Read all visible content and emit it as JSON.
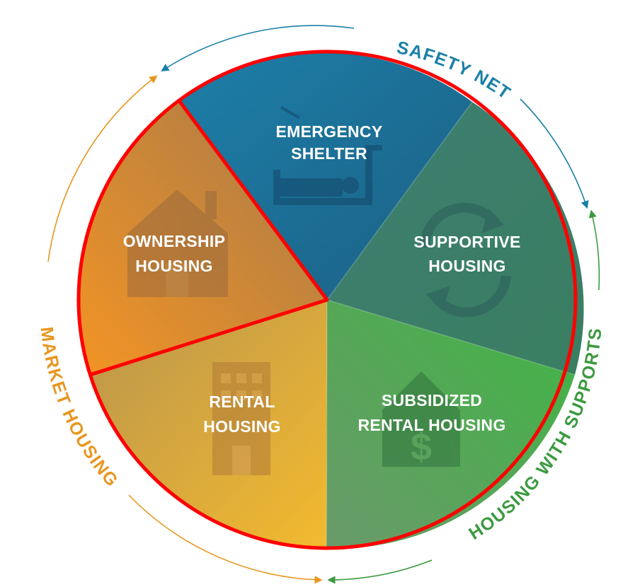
{
  "diagram": {
    "segments": [
      {
        "id": "emergency",
        "lines": [
          "EMERGENCY",
          "SHELTER"
        ],
        "icon": "bed-icon",
        "color_light": "#1d7fa8",
        "color_dark": "#1b5f84"
      },
      {
        "id": "supportive",
        "lines": [
          "SUPPORTIVE",
          "HOUSING"
        ],
        "icon": "cycle-arrows-icon",
        "color_light": "#3e8f7d",
        "color_dark": "#3a6f6b"
      },
      {
        "id": "subsidized",
        "lines": [
          "SUBSIDIZED",
          "RENTAL HOUSING"
        ],
        "icon": "house-dollar-icon",
        "color_light": "#42b34b",
        "color_dark": "#5a9a5c"
      },
      {
        "id": "rental",
        "lines": [
          "RENTAL",
          "HOUSING"
        ],
        "icon": "building-icon",
        "color_light": "#f2b630",
        "color_dark": "#c49a48"
      },
      {
        "id": "ownership",
        "lines": [
          "OWNERSHIP",
          "HOUSING"
        ],
        "icon": "house-icon",
        "color_light": "#ee9326",
        "color_dark": "#b77e43"
      }
    ],
    "ring_labels": {
      "safety_net": "SAFETY NET",
      "housing_with_supports": "HOUSING WITH SUPPORTS",
      "market_housing": "MARKET HOUSING"
    },
    "ring_colors": {
      "safety_net": "#1b80a8",
      "housing_with_supports": "#3c9a40",
      "market_housing": "#e8961e"
    },
    "highlight_color": "#ff0000"
  }
}
